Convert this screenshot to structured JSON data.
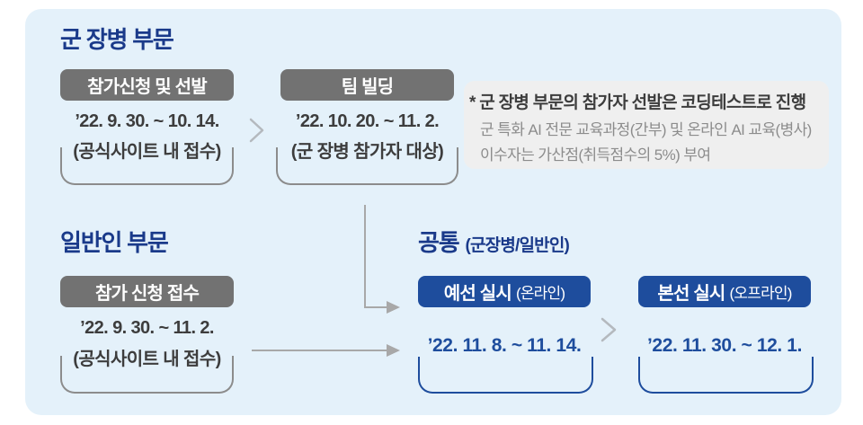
{
  "colors": {
    "page_bg": "#ffffff",
    "panel_bg": "#e4f1fa",
    "title_navy": "#1a3a8a",
    "accent_blue": "#1e4d9d",
    "gray_box": "#727272",
    "note_bg": "#efefef",
    "dark_text": "#3d3d3d",
    "muted_text": "#8c8c8c",
    "arrow_gray": "#a8a8a8"
  },
  "icons": {
    "chevron_right": "chevron-right",
    "elbow_arrow": "elbow-down-right-arrow",
    "flow_arrow": "right-arrow"
  },
  "military_section": {
    "title": "군 장병 부문",
    "steps": [
      {
        "label": "참가신청 및 선발",
        "date": "’22. 9. 30. ~ 10. 14.",
        "desc": "(공식사이트 내 접수)"
      },
      {
        "label": "팀 빌딩",
        "date": "’22. 10. 20. ~ 11. 2.",
        "desc": "(군 장병 참가자 대상)"
      }
    ],
    "note": {
      "line1": "* 군 장병 부문의 참가자 선발은 코딩테스트로 진행",
      "line2": "군 특화 AI 전문 교육과정(간부) 및 온라인 AI 교육(병사)",
      "line3": "이수자는 가산점(취득점수의 5%) 부여"
    }
  },
  "general_section": {
    "title": "일반인 부문",
    "steps": [
      {
        "label": "참가 신청 접수",
        "date": "’22. 9. 30. ~ 11. 2.",
        "desc": "(공식사이트 내 접수)"
      }
    ]
  },
  "common_section": {
    "title": "공통",
    "subtitle": "(군장병/일반인)",
    "steps": [
      {
        "label": "예선 실시",
        "sublabel": "(온라인)",
        "date": "’22. 11. 8. ~ 11. 14."
      },
      {
        "label": "본선 실시",
        "sublabel": "(오프라인)",
        "date": "’22. 11. 30. ~ 12. 1."
      }
    ]
  }
}
